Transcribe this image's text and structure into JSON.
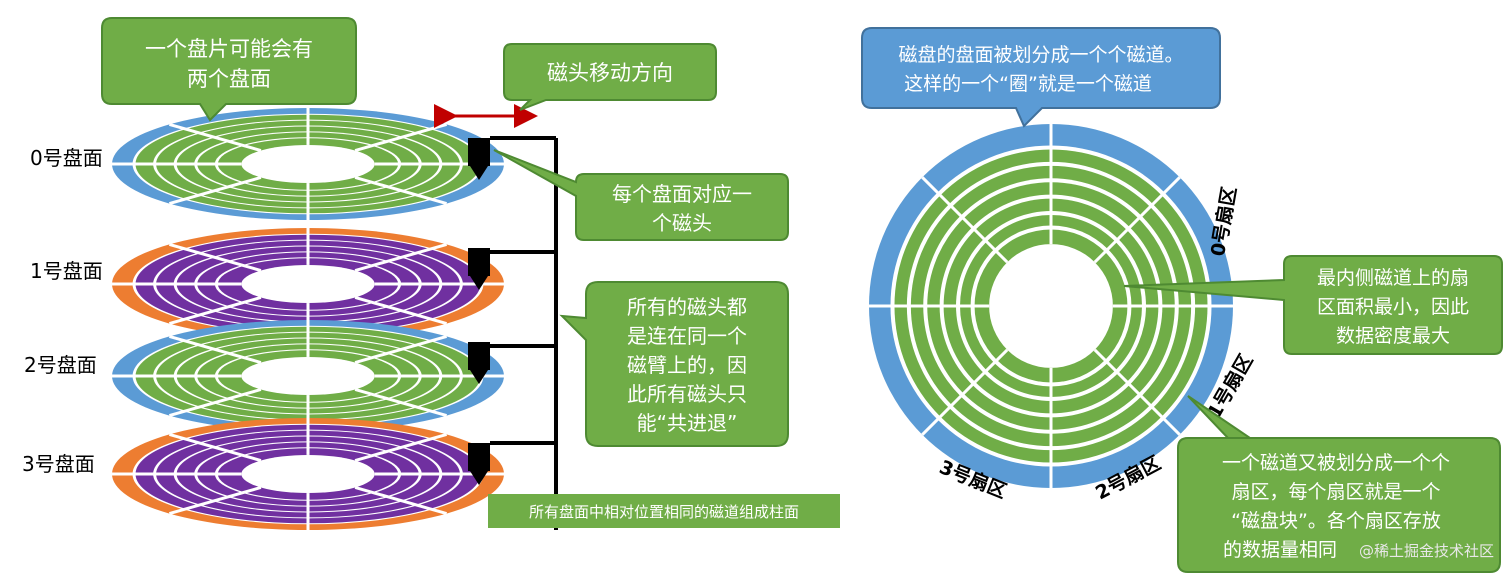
{
  "left": {
    "callout_platter": [
      "一个盘片可能会有",
      "两个盘面"
    ],
    "callout_direction": "磁头移动方向",
    "surfaces": [
      "0号盘面",
      "1号盘面",
      "2号盘面",
      "3号盘面"
    ],
    "callout_head": [
      "每个盘面对应一",
      "个磁头"
    ],
    "callout_arm": [
      "所有的磁头都",
      "是连在同一个",
      "磁臂上的，因",
      "此所有磁头只",
      "能“共进退”"
    ],
    "cylinder_label": "所有盘面中相对位置相同的磁道组成柱面"
  },
  "right": {
    "callout_track": [
      "磁盘的盘面被划分成一个个磁道。",
      "这样的一个“圈”就是一个磁道"
    ],
    "sectors": [
      "0号扇区",
      "1号扇区",
      "2号扇区",
      "3号扇区"
    ],
    "callout_inner": [
      "最内侧磁道上的扇",
      "区面积最小，因此",
      "数据密度最大"
    ],
    "callout_sector": [
      "一个磁道又被划分成一个个",
      "扇区，每个扇区就是一个",
      "“磁盘块”。各个扇区存放",
      "的数据量相同"
    ],
    "watermark": "@稀土掘金技术社区"
  },
  "colors": {
    "blue": "#5b9bd5",
    "green": "#70ad47",
    "orange": "#ed7d31",
    "purple": "#7030a0",
    "callout_blue": "#5b9bd5",
    "callout_green": "#70ad47",
    "arrow_red": "#c00000"
  }
}
